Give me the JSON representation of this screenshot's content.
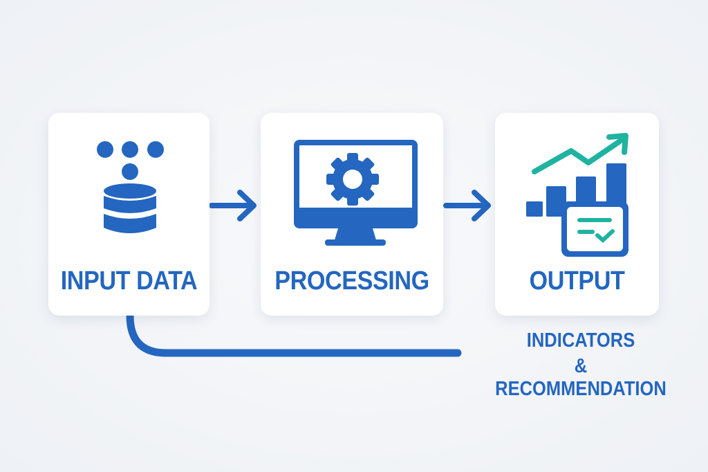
{
  "steps": [
    {
      "label": "INPUT DATA",
      "icon": "database-icon"
    },
    {
      "label": "PROCESSING",
      "icon": "monitor-gear-icon"
    },
    {
      "label": "OUTPUT",
      "icon": "chart-report-icon"
    }
  ],
  "output_note": {
    "line1": "INDICATORS",
    "line2": "& RECOMMENDATION"
  },
  "colors": {
    "primary": "#2466c0",
    "accent": "#1fb3a0",
    "background": "#f3f5f8"
  }
}
